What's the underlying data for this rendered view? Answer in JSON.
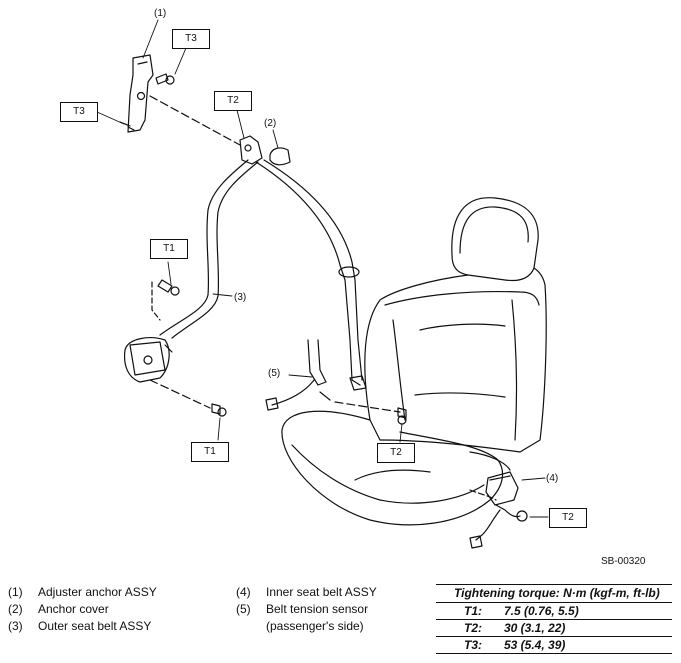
{
  "diagram": {
    "code": "SB-00320",
    "callouts": [
      "(1)",
      "(2)",
      "(3)",
      "(4)",
      "(5)"
    ],
    "torque_tags": {
      "top_right": "T3",
      "top_left": "T3",
      "upper_anchor": "T2",
      "outer_bolt": "T1",
      "lower_anchor": "T1",
      "center": "T2",
      "buckle": "T2"
    }
  },
  "legend": {
    "items": [
      {
        "num": "(1)",
        "text": "Adjuster anchor ASSY"
      },
      {
        "num": "(2)",
        "text": "Anchor cover"
      },
      {
        "num": "(3)",
        "text": "Outer seat belt ASSY"
      },
      {
        "num": "(4)",
        "text": "Inner seat belt ASSY"
      },
      {
        "num": "(5)",
        "text": "Belt tension sensor (passenger's side)"
      }
    ]
  },
  "torque": {
    "heading": "Tightening torque: N·m (kgf-m, ft-lb)",
    "rows": [
      {
        "key": "T1:",
        "value": "7.5 (0.76, 5.5)"
      },
      {
        "key": "T2:",
        "value": "30 (3.1, 22)"
      },
      {
        "key": "T3:",
        "value": "53 (5.4, 39)"
      }
    ]
  }
}
